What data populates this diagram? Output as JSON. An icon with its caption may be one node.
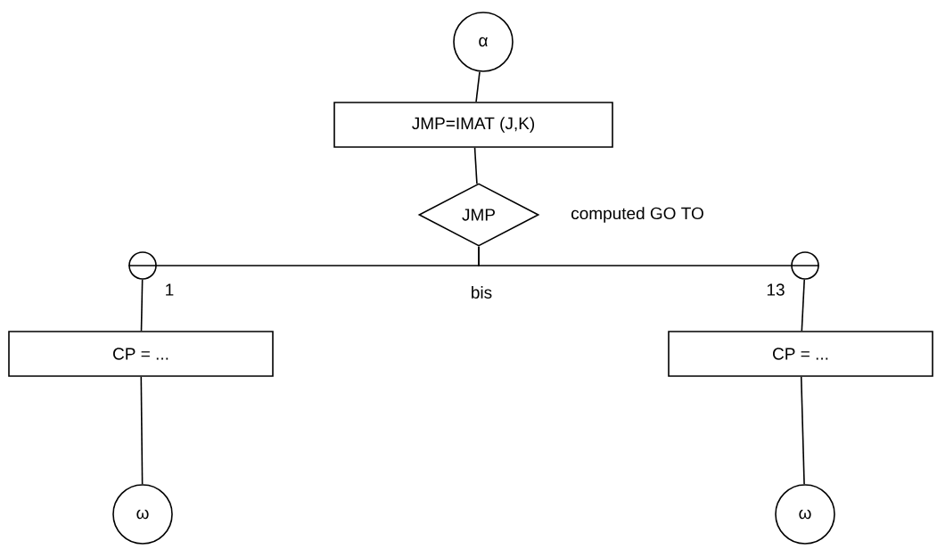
{
  "diagram": {
    "nodes": [
      {
        "text": [
          "α"
        ]
      },
      {
        "text": [
          "JMP=IMAT (J,K)"
        ]
      },
      {
        "text": [
          "JMP"
        ]
      },
      {
        "text": [],
        "shape": "circle"
      },
      {
        "text": [],
        "shape": "circle"
      },
      {
        "text": [
          "CP = ..."
        ]
      },
      {
        "text": [
          "CP = ..."
        ]
      },
      {
        "text": [
          "ω"
        ]
      },
      {
        "text": [
          "ω"
        ]
      }
    ],
    "edges": [
      {
        "from": 0,
        "to": 1,
        "arrow": "none"
      },
      {
        "from": 1,
        "to": 2,
        "arrow": "none"
      },
      {
        "from": 2,
        "to": 3,
        "arrow": "none"
      },
      {
        "from": 2,
        "to": 4,
        "arrow": "none"
      },
      {
        "from": 3,
        "to": 5,
        "arrow": "none"
      },
      {
        "from": 5,
        "to": 7,
        "arrow": "none"
      },
      {
        "from": 4,
        "to": 6,
        "arrow": "none"
      },
      {
        "from": 6,
        "to": 8,
        "arrow": "none"
      }
    ],
    "labels": [
      "computed GO TO",
      "1",
      "bis",
      "13"
    ]
  }
}
